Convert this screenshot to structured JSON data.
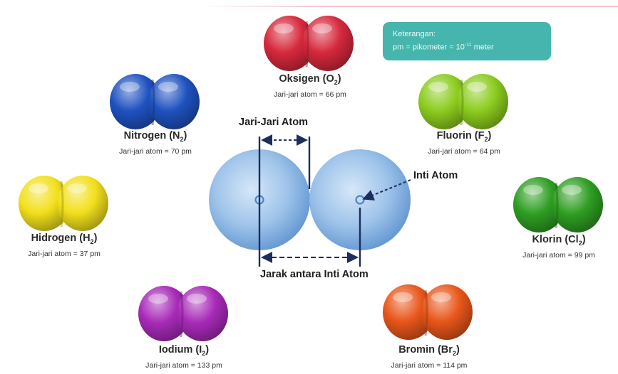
{
  "legend": {
    "title": "Keterangan:",
    "definition": "pm = pikometer = 10",
    "exponent": "-11",
    "unit": "meter"
  },
  "diagram": {
    "radius_label": "Jari-Jari Atom",
    "nucleus_label": "Inti Atom",
    "distance_label": "Jarak antara Inti Atom"
  },
  "molecules": [
    {
      "id": "oksigen",
      "name": "Oksigen (O",
      "sub": "2",
      "close": ")",
      "radius_text": "Jari-jari atom = 66 pm",
      "color": "#d6283c"
    },
    {
      "id": "nitrogen",
      "name": "Nitrogen (N",
      "sub": "2",
      "close": ")",
      "radius_text": "Jari-jari atom = 70 pm",
      "color": "#1f52c0"
    },
    {
      "id": "fluorin",
      "name": "Fluorin (F",
      "sub": "2",
      "close": ")",
      "radius_text": "Jari-jari atom = 64 pm",
      "color": "#8ccc1e"
    },
    {
      "id": "hidrogen",
      "name": "Hidrogen (H",
      "sub": "2",
      "close": ")",
      "radius_text": "Jari-jari atom = 37 pm",
      "color": "#f2e01c"
    },
    {
      "id": "klorin",
      "name": "Klorin (Cl",
      "sub": "2",
      "close": ")",
      "radius_text": "Jari-jari atom = 99 pm",
      "color": "#2e9e22"
    },
    {
      "id": "iodium",
      "name": "Iodium (I",
      "sub": "2",
      "close": ")",
      "radius_text": "Jari-jari atom = 133 pm",
      "color": "#a82ab8"
    },
    {
      "id": "bromin",
      "name": "Bromin (Br",
      "sub": "2",
      "close": ")",
      "radius_text": "Jari-jari atom = 114 pm",
      "color": "#e8561a"
    }
  ]
}
